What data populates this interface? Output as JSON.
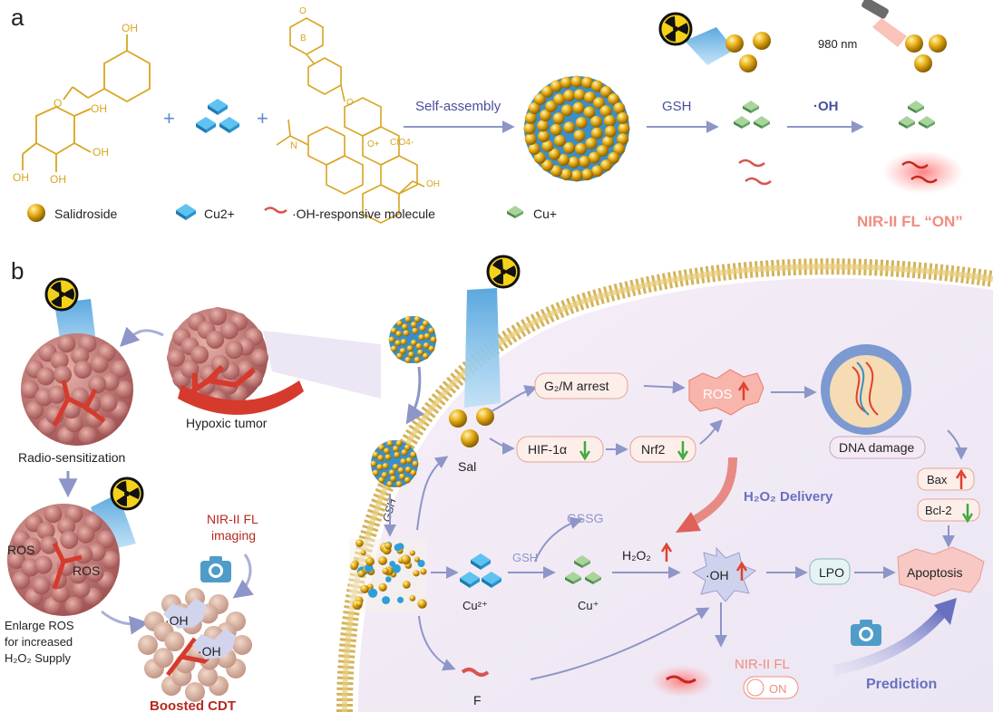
{
  "panel_a": {
    "label": "a",
    "arrow_labels": {
      "self_assembly": "Self-assembly",
      "gsh": "GSH",
      "oh": "·OH"
    },
    "wavelength": "980 nm",
    "plus": "+",
    "chem": {
      "oh": "OH",
      "b": "B",
      "o": "O",
      "o_plus": "O+",
      "n": "N",
      "clo4": "ClO4-"
    },
    "legend": {
      "salidroside": "Salidroside",
      "cu2": "Cu2+",
      "oh_molecule": "·OH-responsive molecule",
      "cu1": "Cu+"
    },
    "nir_on": "NIR-II FL “ON”"
  },
  "panel_b": {
    "label": "b",
    "hypoxic_tumor": "Hypoxic tumor",
    "radio_sensitization": "Radio-sensitization",
    "ros": "ROS",
    "enlarge_ros": [
      "Enlarge ROS",
      "for increased",
      "H₂O₂ Supply"
    ],
    "nir_imaging": [
      "NIR-II FL",
      "imaging"
    ],
    "oh": "·OH",
    "boosted_cdt": "Boosted CDT",
    "pathway": {
      "g2m": "G₂/M arrest",
      "hif": "HIF-1α",
      "nrf2": "Nrf2",
      "ros": "ROS",
      "dna_damage": "DNA damage",
      "bax": "Bax",
      "bcl2": "Bcl-2",
      "h2o2_delivery": "H₂O₂ Delivery",
      "sal": "Sal",
      "gsh_vertical": "GSH",
      "gsh": "GSH",
      "gssg": "GSSG",
      "h2o2": "H₂O₂",
      "oh": "·OH",
      "lpo": "LPO",
      "apoptosis": "Apoptosis",
      "cu2": "Cu²⁺",
      "cu1": "Cu⁺",
      "f": "F",
      "nir_fl": "NIR-II FL",
      "on": "ON",
      "prediction": "Prediction"
    }
  },
  "colors": {
    "gold": "#e1a90f",
    "blue_crystal": "#2d9fd8",
    "green_crystal": "#6aa36a",
    "red_line": "#d9534f",
    "arrow": "#8e95c8",
    "label_blue": "#4a4f9c",
    "tumor": "#b96a6a",
    "vessel": "#d63a2c",
    "text_red": "#b5291f",
    "pink_text": "#f08d7f",
    "green_arrow": "#3faa3f",
    "red_arrow": "#e0402f"
  }
}
